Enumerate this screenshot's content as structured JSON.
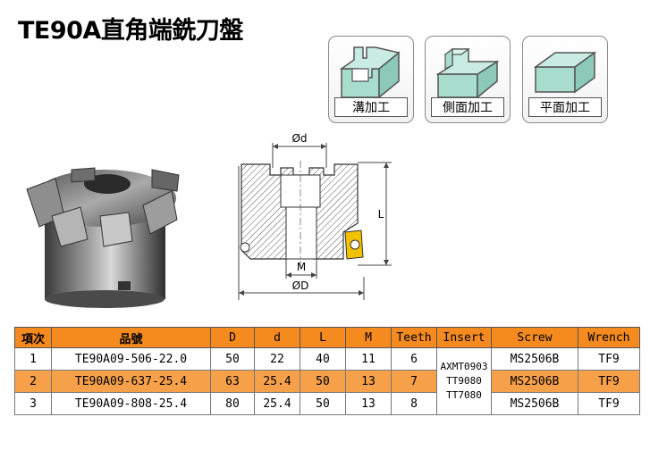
{
  "title": "TE90A直角端銑刀盤",
  "operations": [
    {
      "label": "溝加工",
      "icon": "slot-milling-icon"
    },
    {
      "label": "側面加工",
      "icon": "side-milling-icon"
    },
    {
      "label": "平面加工",
      "icon": "face-milling-icon"
    }
  ],
  "diagram": {
    "d_label": "Ød",
    "D_label": "ØD",
    "L_label": "L",
    "M_label": "M"
  },
  "table": {
    "headers": [
      "項次",
      "品號",
      "D",
      "d",
      "L",
      "M",
      "Teeth",
      "Insert",
      "Screw",
      "Wrench"
    ],
    "rows": [
      {
        "no": "1",
        "code": "TE90A09-506-22.0",
        "D": "50",
        "d": "22",
        "L": "40",
        "M": "11",
        "teeth": "6",
        "screw": "MS2506B",
        "wrench": "TF9"
      },
      {
        "no": "2",
        "code": "TE90A09-637-25.4",
        "D": "63",
        "d": "25.4",
        "L": "50",
        "M": "13",
        "teeth": "7",
        "screw": "MS2506B",
        "wrench": "TF9"
      },
      {
        "no": "3",
        "code": "TE90A09-808-25.4",
        "D": "80",
        "d": "25.4",
        "L": "50",
        "M": "13",
        "teeth": "8",
        "screw": "MS2506B",
        "wrench": "TF9"
      }
    ],
    "insert": [
      "AXMT0903",
      "TT9080",
      "TT7080"
    ]
  },
  "colors": {
    "header_orange": "#f58a1f",
    "highlight_row": "#f7a04a",
    "icon_teal": "#a8dccd",
    "insert_yellow": "#f2c200"
  }
}
